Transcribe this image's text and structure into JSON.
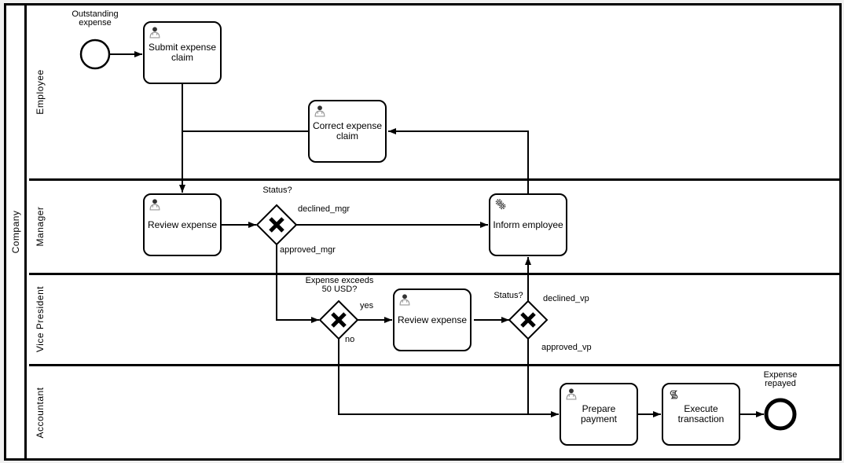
{
  "diagram": {
    "pool": {
      "label": "Company"
    },
    "lanes": [
      {
        "id": "employee",
        "label": "Employee"
      },
      {
        "id": "manager",
        "label": "Manager"
      },
      {
        "id": "vice-president",
        "label": "Vice President"
      },
      {
        "id": "accountant",
        "label": "Accountant"
      }
    ],
    "events": {
      "start": {
        "type": "start-event",
        "label_lines": [
          "Outstanding",
          "expense"
        ]
      },
      "end": {
        "type": "end-event",
        "label_lines": [
          "Expense",
          "repayed"
        ]
      }
    },
    "tasks": {
      "submit": {
        "type": "user",
        "lines": [
          "Submit expense",
          "claim"
        ]
      },
      "correct": {
        "type": "user",
        "lines": [
          "Correct expense",
          "claim"
        ]
      },
      "review_mgr": {
        "type": "user",
        "lines": [
          "Review expense"
        ]
      },
      "inform": {
        "type": "service",
        "lines": [
          "Inform employee"
        ]
      },
      "review_vp": {
        "type": "user",
        "lines": [
          "Review expense"
        ]
      },
      "prepare": {
        "type": "user",
        "lines": [
          "Prepare",
          "payment"
        ]
      },
      "execute": {
        "type": "script",
        "lines": [
          "Execute",
          "transaction"
        ]
      }
    },
    "gateways": {
      "mgr_status": {
        "kind": "exclusive",
        "label_lines": [
          "Status?"
        ]
      },
      "exceeds_50": {
        "kind": "exclusive",
        "label_lines": [
          "Expense exceeds",
          "50 USD?"
        ]
      },
      "vp_status": {
        "kind": "exclusive",
        "label_lines": [
          "Status?"
        ]
      }
    },
    "flow_labels": {
      "declined_mgr": "declined_mgr",
      "approved_mgr": "approved_mgr",
      "yes": "yes",
      "no": "no",
      "declined_vp": "declined_vp",
      "approved_vp": "approved_vp"
    },
    "colors": {
      "stroke": "#000000",
      "shape_fill": "#ffffff",
      "canvas": "#f0f0f0"
    }
  }
}
